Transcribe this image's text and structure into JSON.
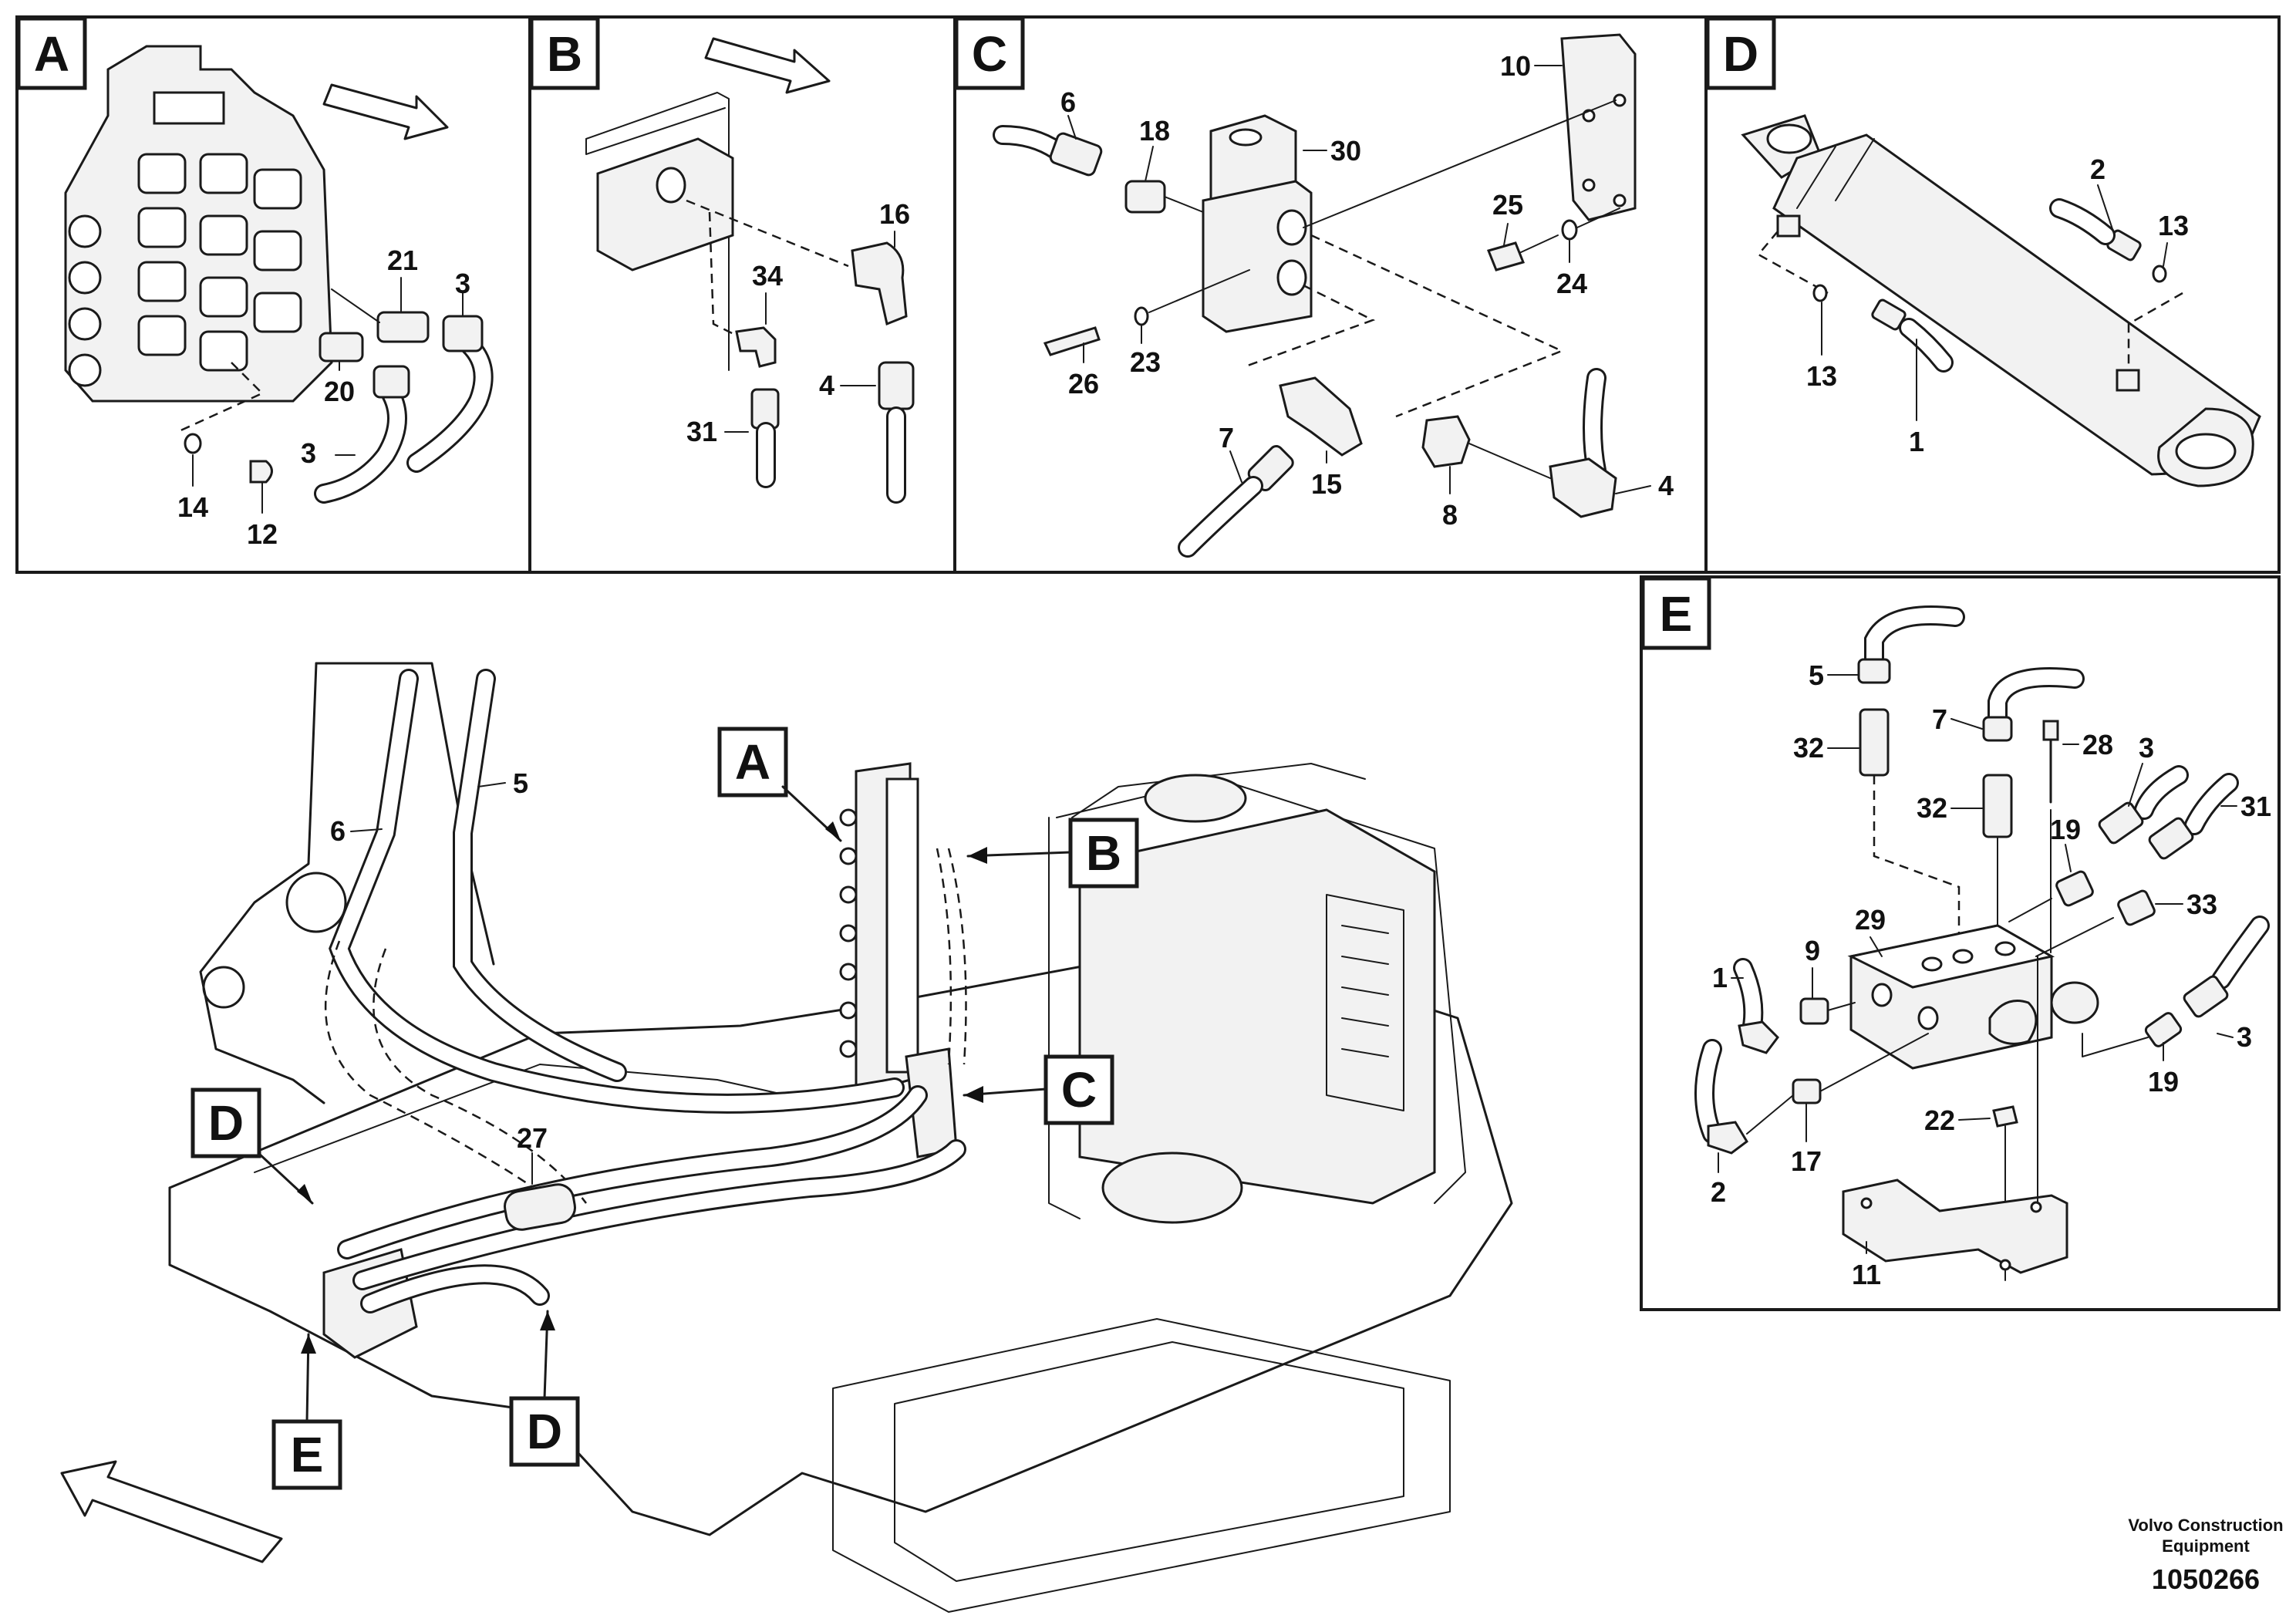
{
  "panels": {
    "A": {
      "letter": "A",
      "labels": [
        "21",
        "3",
        "20",
        "3",
        "14",
        "12"
      ]
    },
    "B": {
      "letter": "B",
      "labels": [
        "16",
        "34",
        "4",
        "31"
      ]
    },
    "C": {
      "letter": "C",
      "labels": [
        "6",
        "18",
        "30",
        "10",
        "25",
        "24",
        "23",
        "26",
        "7",
        "15",
        "8",
        "4"
      ]
    },
    "D": {
      "letter": "D",
      "labels": [
        "2",
        "13",
        "13",
        "1"
      ]
    },
    "E": {
      "letter": "E",
      "labels": [
        "5",
        "7",
        "32",
        "28",
        "3",
        "31",
        "32",
        "19",
        "33",
        "29",
        "9",
        "1",
        "3",
        "19",
        "22",
        "17",
        "2",
        "11"
      ]
    }
  },
  "main_view": {
    "callouts": [
      "A",
      "B",
      "C",
      "D",
      "D",
      "E"
    ],
    "labels": [
      "6",
      "5",
      "27"
    ]
  },
  "footer": {
    "company_line1": "Volvo Construction",
    "company_line2": "Equipment",
    "document_number": "1050266"
  }
}
